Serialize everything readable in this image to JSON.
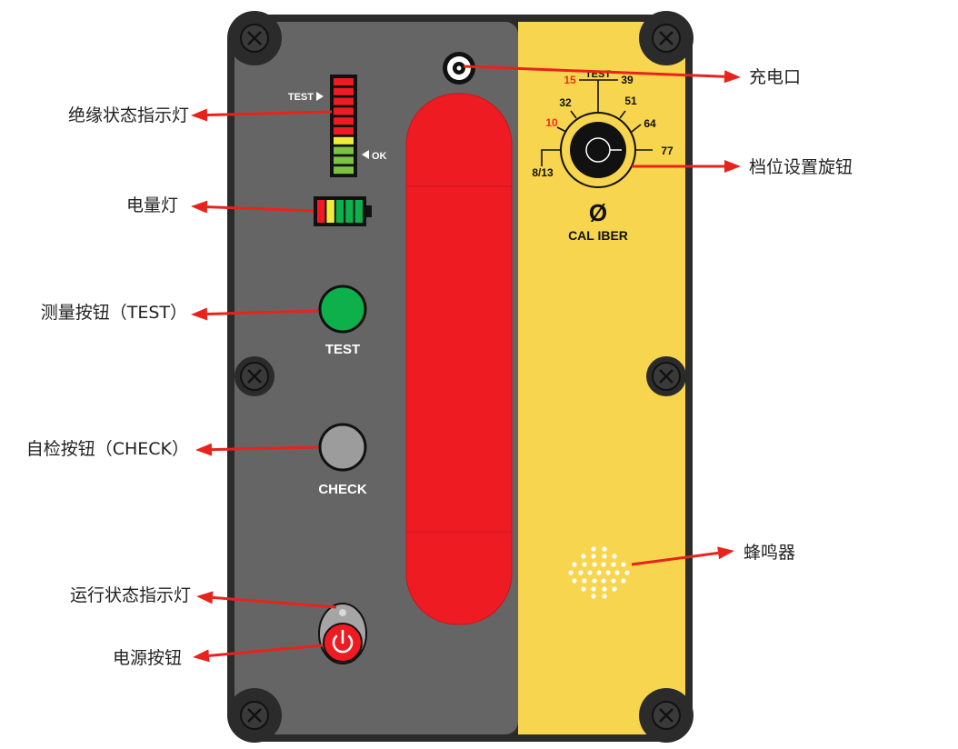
{
  "callouts": {
    "insulation_led": "绝缘状态指示灯",
    "battery_led": "电量灯",
    "test_button": "测量按钮（TEST）",
    "check_button": "自检按钮（CHECK）",
    "run_led": "运行状态指示灯",
    "power_button": "电源按钮",
    "charge_port": "充电口",
    "range_knob": "档位设置旋钮",
    "buzzer": "蜂鸣器"
  },
  "device": {
    "led_bar": {
      "test_marker": "TEST",
      "ok_marker": "OK",
      "segments": [
        "red",
        "red",
        "red",
        "red",
        "red",
        "red",
        "yellow",
        "green",
        "green",
        "green"
      ]
    },
    "battery": {
      "cells": [
        "red",
        "yellow",
        "green",
        "green",
        "green"
      ]
    },
    "test_label": "TEST",
    "check_label": "CHECK",
    "dial": {
      "test_label": "TEST",
      "positions": [
        {
          "text": "8/13",
          "color": "#111111"
        },
        {
          "text": "10",
          "color": "#e8321e"
        },
        {
          "text": "32",
          "color": "#111111"
        },
        {
          "text": "15",
          "color": "#e8321e"
        },
        {
          "text": "39",
          "color": "#111111"
        },
        {
          "text": "51",
          "color": "#111111"
        },
        {
          "text": "64",
          "color": "#111111"
        },
        {
          "text": "77",
          "color": "#111111"
        }
      ],
      "symbol": "Ø",
      "caption": "CAL IBER"
    }
  },
  "colors": {
    "body": "#2b2b2b",
    "panel": "#656565",
    "yellow": "#f8d54e",
    "red": "#ee1c22",
    "green": "#0db04b",
    "arrow": "#e8231c"
  }
}
